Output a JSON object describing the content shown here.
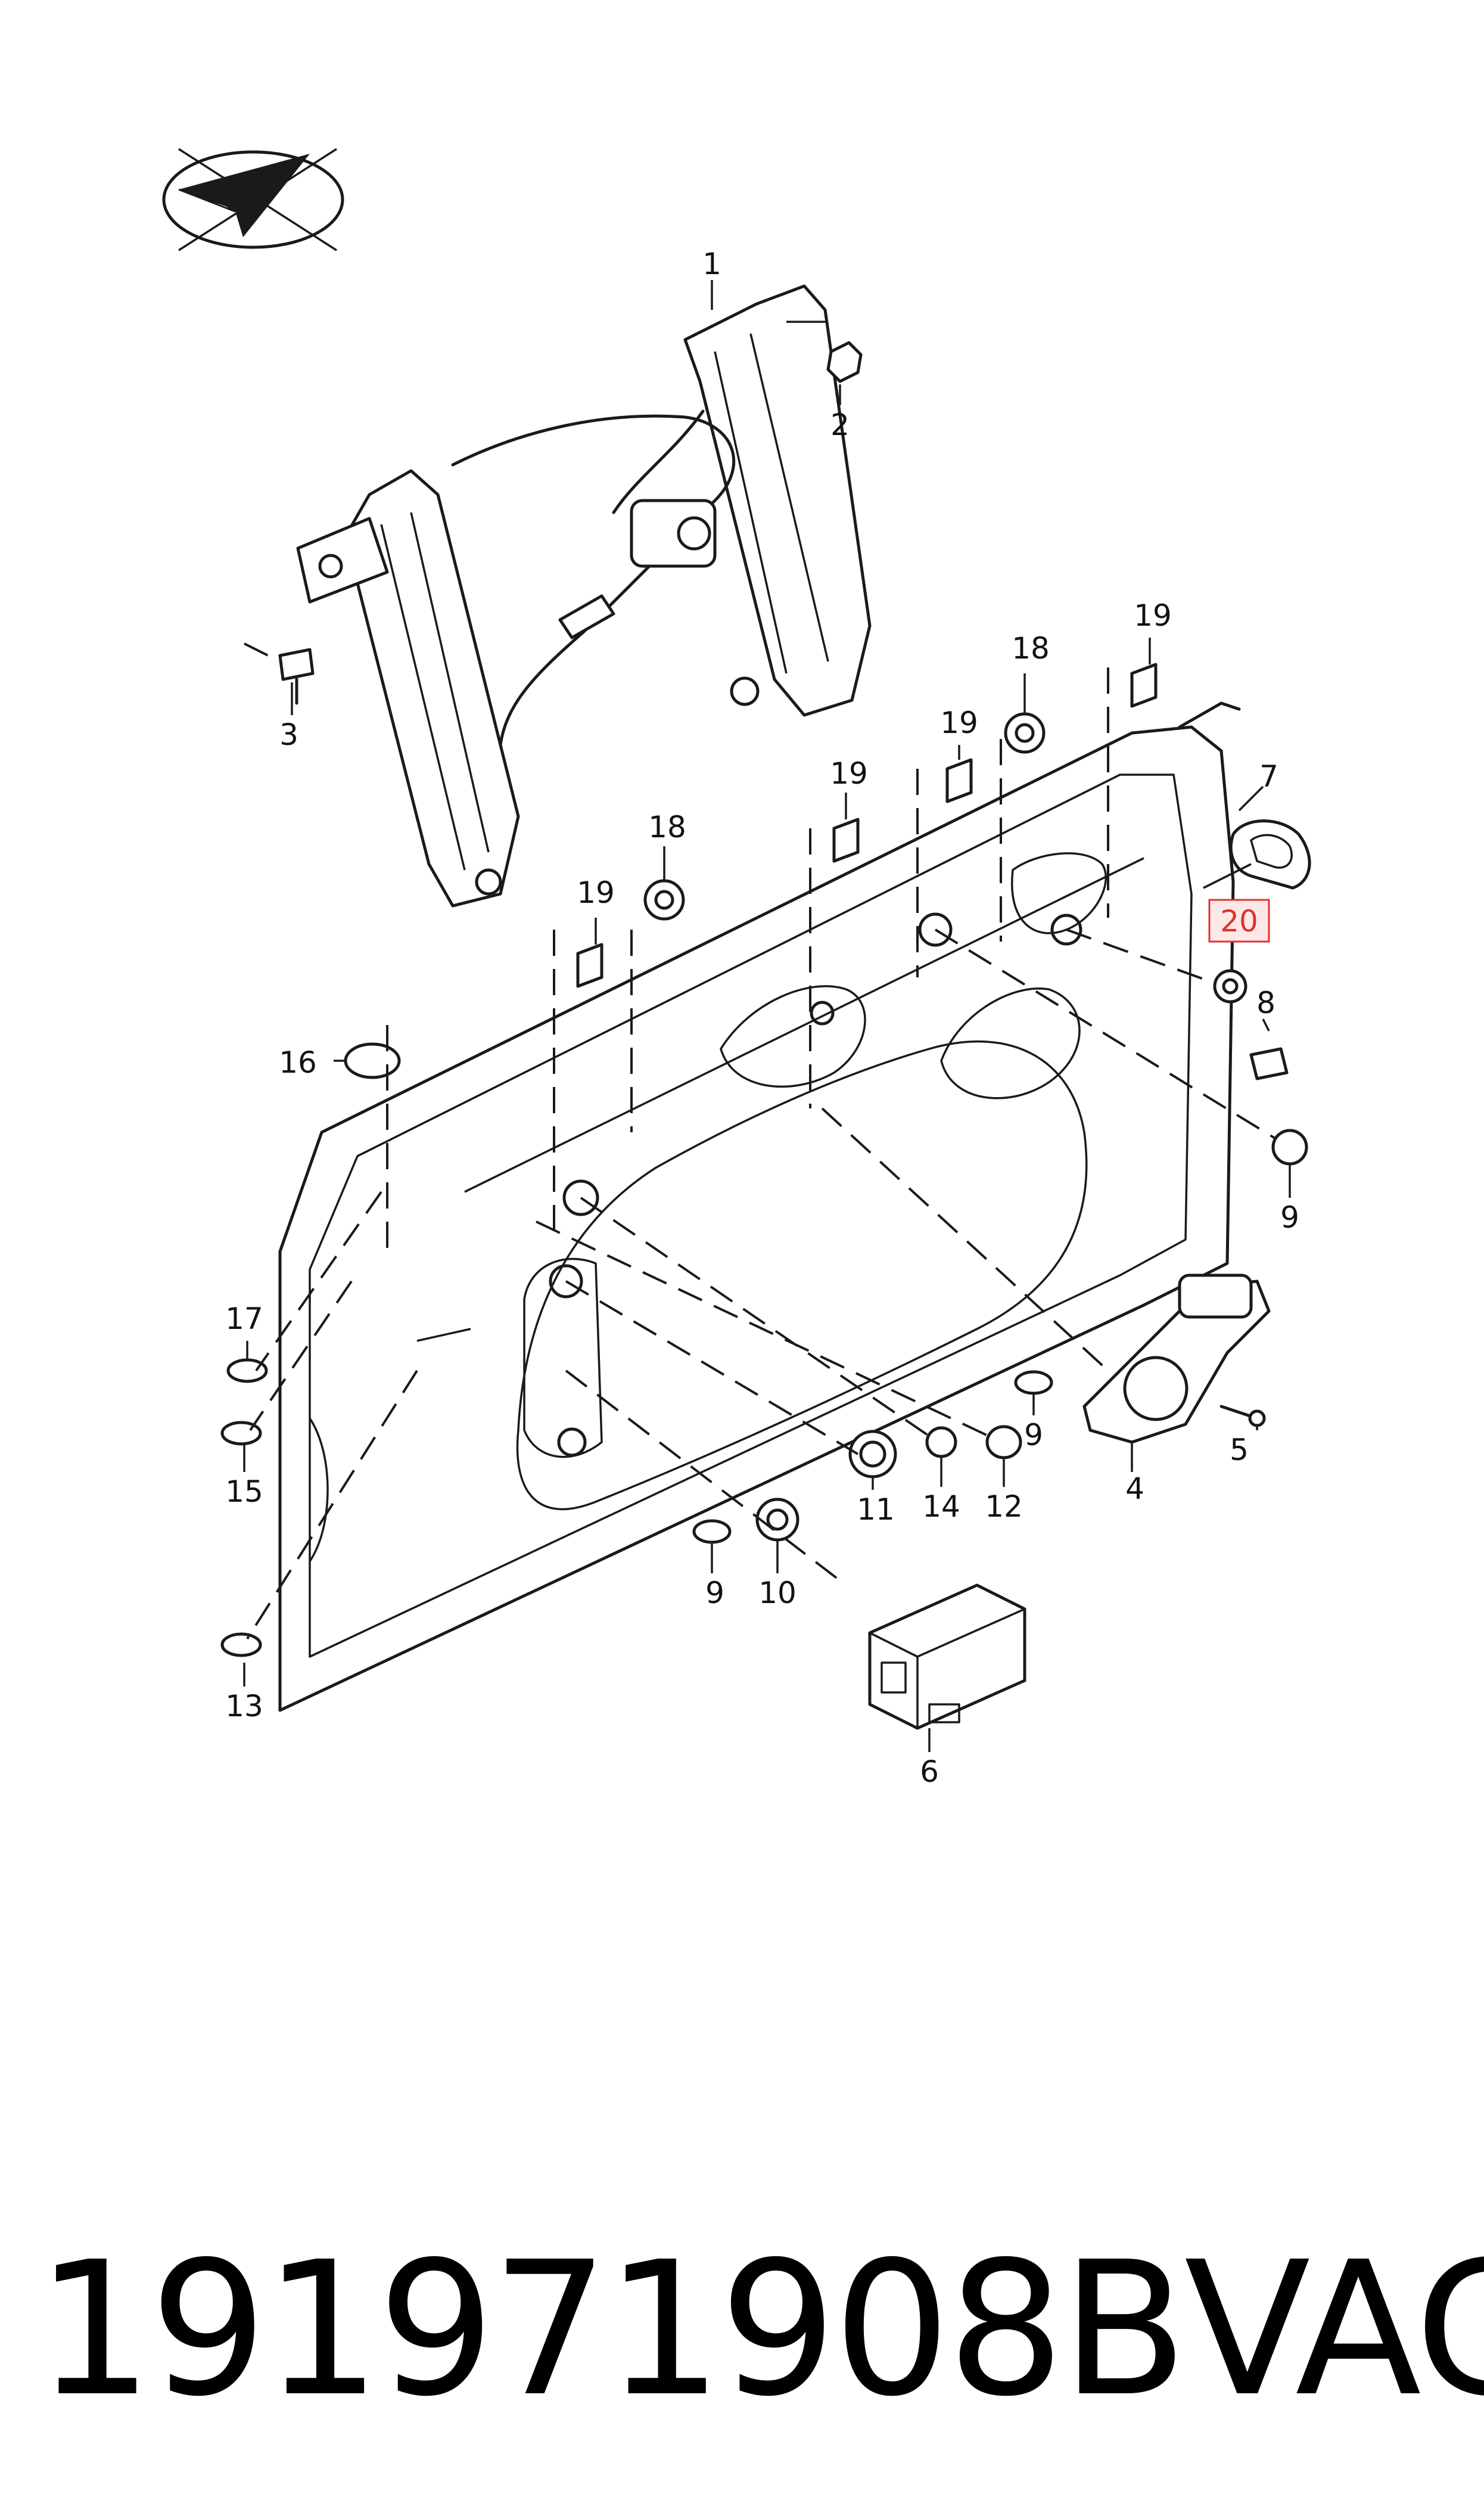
{
  "callouts": [
    {
      "id": "1",
      "label": "1"
    },
    {
      "id": "2",
      "label": "2"
    },
    {
      "id": "3",
      "label": "3"
    },
    {
      "id": "4",
      "label": "4"
    },
    {
      "id": "5",
      "label": "5"
    },
    {
      "id": "6",
      "label": "6"
    },
    {
      "id": "7",
      "label": "7"
    },
    {
      "id": "8",
      "label": "8"
    },
    {
      "id": "9a",
      "label": "9"
    },
    {
      "id": "9b",
      "label": "9"
    },
    {
      "id": "9c",
      "label": "9"
    },
    {
      "id": "10",
      "label": "10"
    },
    {
      "id": "11",
      "label": "11"
    },
    {
      "id": "12",
      "label": "12"
    },
    {
      "id": "13",
      "label": "13"
    },
    {
      "id": "14",
      "label": "14"
    },
    {
      "id": "15",
      "label": "15"
    },
    {
      "id": "16",
      "label": "16"
    },
    {
      "id": "17",
      "label": "17"
    },
    {
      "id": "18a",
      "label": "18"
    },
    {
      "id": "18b",
      "label": "18"
    },
    {
      "id": "19a",
      "label": "19"
    },
    {
      "id": "19b",
      "label": "19"
    },
    {
      "id": "19c",
      "label": "19"
    },
    {
      "id": "19d",
      "label": "19"
    },
    {
      "id": "20",
      "label": "20",
      "highlighted": true
    }
  ],
  "footer": {
    "part_number": "191971908B",
    "brand": "VAG"
  },
  "colors": {
    "line": "#1a1a1a",
    "highlight_fill": "#fde8e8",
    "highlight_border": "#e03131",
    "highlight_text": "#e03131"
  },
  "icons": {
    "logo": "paper-plane-check-emblem"
  }
}
